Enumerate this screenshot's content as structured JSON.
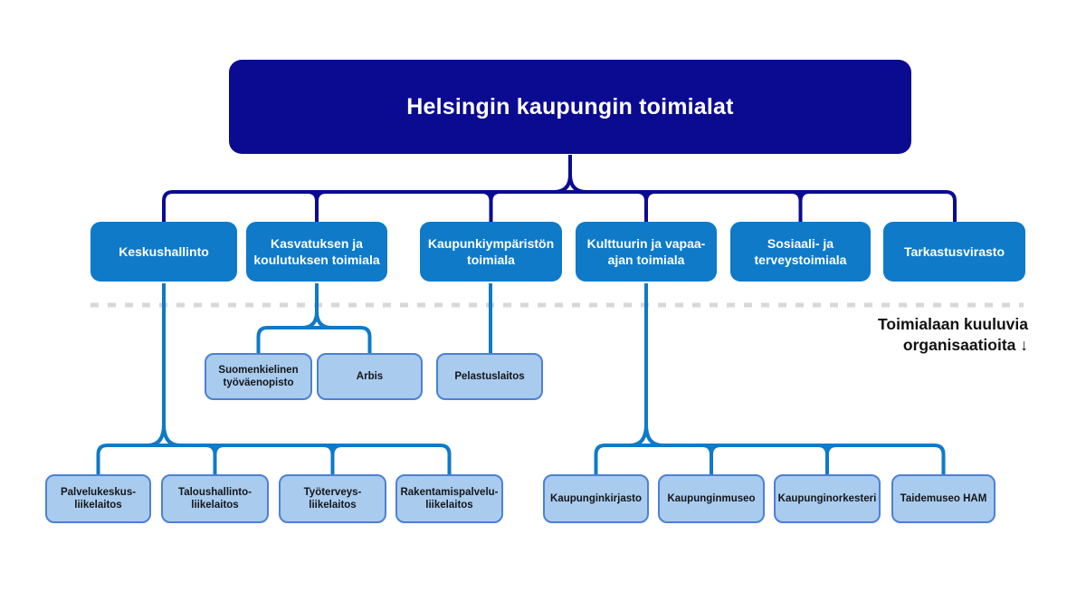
{
  "title": "Helsingin kaupungin toimialat",
  "divider_note": "Toimialaan kuuluvia\norganisaatioita ↓",
  "colors": {
    "navy": "#0b0b91",
    "blue": "#0e7ac8",
    "light_fill": "#a9cbee",
    "light_border": "#4d80d5",
    "divider": "#d6d8da",
    "node_text": "#14161a",
    "note_text": "#111111",
    "white_text": "#ffffff",
    "background": "#ffffff"
  },
  "divisions": [
    {
      "label": "Keskushallinto"
    },
    {
      "label": "Kasvatuksen ja\nkoulutuksen toimiala"
    },
    {
      "label": "Kaupunkiympäristön\ntoimiala"
    },
    {
      "label": "Kulttuurin ja vapaa-\najan toimiala"
    },
    {
      "label": "Sosiaali- ja\nterveystoimiala"
    },
    {
      "label": "Tarkastusvirasto"
    }
  ],
  "organizations": {
    "mid": [
      {
        "label": "Suomenkielinen\ntyöväenopisto",
        "parent": "Kasvatuksen ja koulutuksen toimiala"
      },
      {
        "label": "Arbis",
        "parent": "Kasvatuksen ja koulutuksen toimiala"
      },
      {
        "label": "Pelastuslaitos",
        "parent": "Kaupunkiympäristön toimiala"
      }
    ],
    "bottom": [
      {
        "label": "Palvelukeskus-\nliikelaitos",
        "parent": "Keskushallinto"
      },
      {
        "label": "Taloushallinto-\nliikelaitos",
        "parent": "Keskushallinto"
      },
      {
        "label": "Työterveys-\nliikelaitos",
        "parent": "Keskushallinto"
      },
      {
        "label": "Rakentamispalvelu-\nliikelaitos",
        "parent": "Keskushallinto"
      },
      {
        "label": "Kaupunginkirjasto",
        "parent": "Kulttuurin ja vapaa-ajan toimiala"
      },
      {
        "label": "Kaupunginmuseo",
        "parent": "Kulttuurin ja vapaa-ajan toimiala"
      },
      {
        "label": "Kaupunginorkesteri",
        "parent": "Kulttuurin ja vapaa-ajan toimiala"
      },
      {
        "label": "Taidemuseo HAM",
        "parent": "Kulttuurin ja vapaa-ajan toimiala"
      }
    ]
  }
}
